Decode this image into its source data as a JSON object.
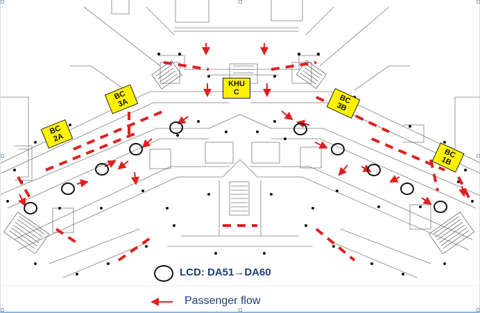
{
  "zones": {
    "bc_2a": {
      "line1": "BC",
      "line2": "2A"
    },
    "bc_3a": {
      "line1": "BC",
      "line2": "3A"
    },
    "khu_c": {
      "line1": "KHU",
      "line2": "C"
    },
    "bc_3b": {
      "line1": "BC",
      "line2": "3B"
    },
    "bc_1b": {
      "line1": "BC",
      "line2": "1B"
    }
  },
  "legend": {
    "lcd_label": "LCD: DA51→DA60",
    "flow_label": "Passenger flow"
  },
  "colors": {
    "tag_fill": "#fff200",
    "arrow": "#e02020",
    "legend_text": "#1f3d7a",
    "plan_line": "#6f6f6f"
  }
}
